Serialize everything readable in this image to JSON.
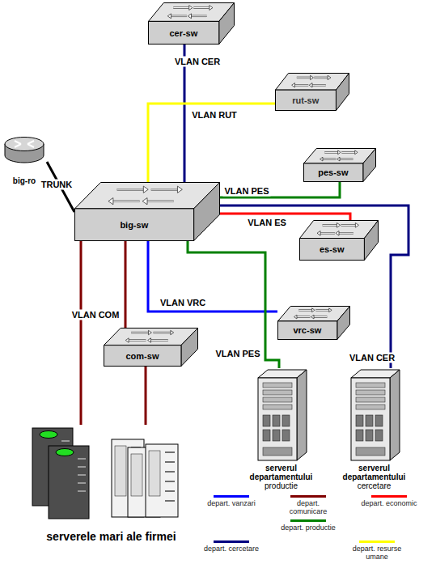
{
  "diagram": {
    "nodes": [
      {
        "text": [
          "cer-sw"
        ]
      },
      {
        "text": [
          "rut-sw"
        ]
      },
      {
        "text": [
          "big-ro"
        ]
      },
      {
        "text": [
          "pes-sw"
        ]
      },
      {
        "text": [
          "big-sw"
        ]
      },
      {
        "text": [
          "es-sw"
        ]
      },
      {
        "text": [
          "vrc-sw"
        ]
      },
      {
        "text": [
          "com-sw"
        ]
      },
      {
        "text": [
          "serverul departamentului",
          "productie"
        ]
      },
      {
        "text": [
          "serverul departamentului",
          "cercetare"
        ]
      },
      {
        "text": [
          "serverele mari ale firmei"
        ]
      }
    ],
    "edges": [
      {
        "from": 4,
        "to": 0,
        "label": "VLAN CER",
        "arrow": "none"
      },
      {
        "from": 4,
        "to": 1,
        "label": "VLAN RUT",
        "arrow": "none"
      },
      {
        "from": 2,
        "to": 4,
        "label": "TRUNK",
        "arrow": "none"
      },
      {
        "from": 4,
        "to": 3,
        "label": "VLAN PES",
        "arrow": "none"
      },
      {
        "from": 4,
        "to": 5,
        "label": "VLAN ES",
        "arrow": "none"
      },
      {
        "from": 4,
        "to": 6,
        "label": "VLAN VRC",
        "arrow": "none"
      },
      {
        "from": 4,
        "to": 8,
        "label": "VLAN PES",
        "arrow": "none"
      },
      {
        "from": 4,
        "to": 7,
        "label": "VLAN COM",
        "arrow": "none"
      },
      {
        "from": 4,
        "to": 9,
        "label": "VLAN CER",
        "arrow": "none"
      },
      {
        "from": 4,
        "to": 10,
        "arrow": "none"
      },
      {
        "from": 7,
        "to": 10,
        "arrow": "none"
      }
    ],
    "legend": [
      {
        "text": "depart. vanzari",
        "color": "#0000ff"
      },
      {
        "text": "depart. comunicare",
        "color": "#800000"
      },
      {
        "text": "depart. economic",
        "color": "#ff0000"
      },
      {
        "text": "depart. productie",
        "color": "#008000"
      },
      {
        "text": "depart. cercetare",
        "color": "#000080"
      },
      {
        "text": "depart. resurse umane",
        "color": "#ffff00"
      }
    ]
  }
}
